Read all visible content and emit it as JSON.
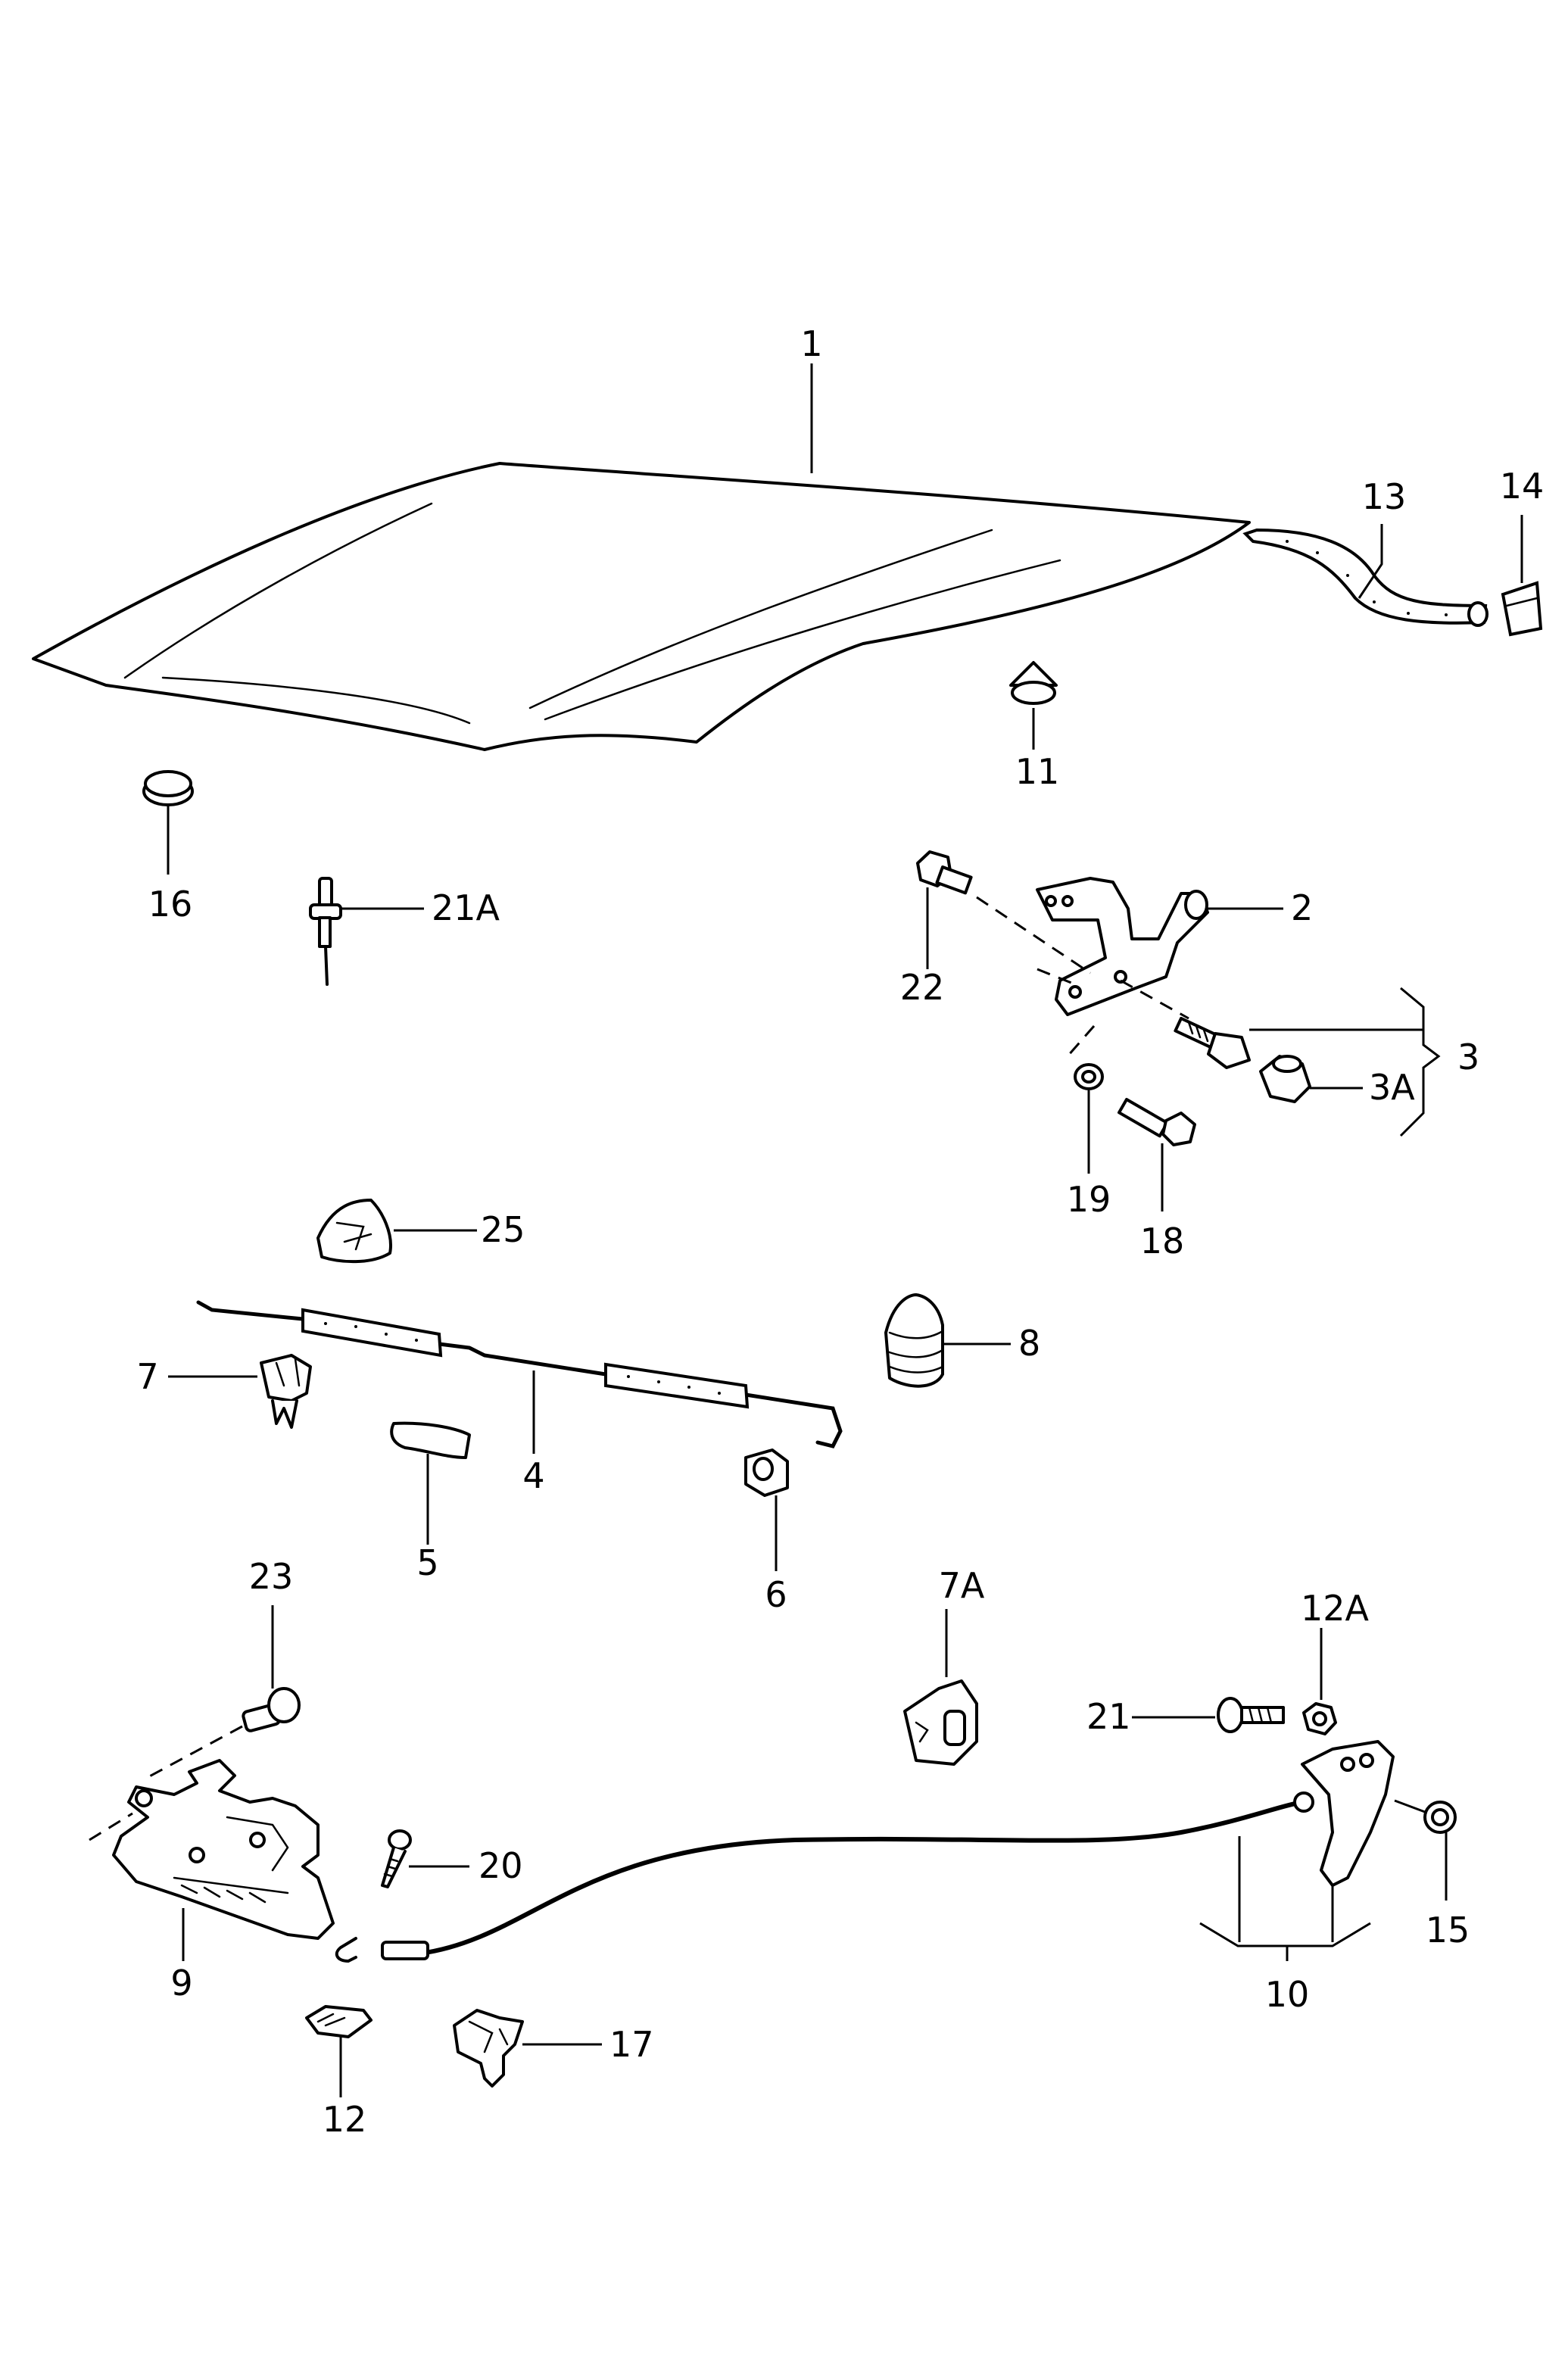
{
  "callouts": {
    "c1": "1",
    "c2": "2",
    "c3": "3",
    "c3A": "3A",
    "c4": "4",
    "c5": "5",
    "c6": "6",
    "c7": "7",
    "c7A": "7A",
    "c8": "8",
    "c9": "9",
    "c10": "10",
    "c11": "11",
    "c12": "12",
    "c12A": "12A",
    "c13": "13",
    "c14": "14",
    "c15": "15",
    "c16": "16",
    "c17": "17",
    "c18": "18",
    "c19": "19",
    "c20": "20",
    "c21": "21",
    "c21A": "21A",
    "c22": "22",
    "c23": "23",
    "c25": "25"
  }
}
